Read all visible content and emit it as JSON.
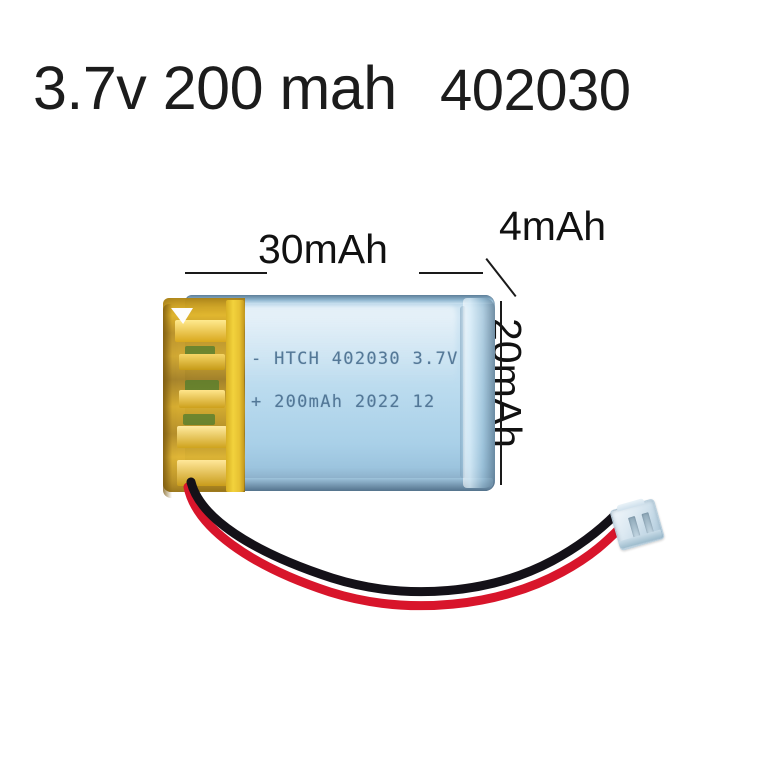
{
  "header": {
    "spec": "3.7v 200 mah",
    "model": "402030"
  },
  "annotations": {
    "width_label": "30mAh",
    "height_label": "20mAh",
    "thickness_label": "4mAh"
  },
  "battery": {
    "printed_line_1": "- HTCH 402030 3.7V",
    "printed_line_2": "+ 200mAh 2022 12",
    "brand": "HTCH",
    "model": "402030",
    "voltage": "3.7V",
    "capacity": "200mAh",
    "date_code": "2022 12"
  },
  "wires": {
    "positive_color": "#d8152b",
    "negative_color": "#141118"
  },
  "colors": {
    "background": "#ffffff",
    "text": "#1c1c1c",
    "cell_face": "#bcdcef",
    "cell_seam": "#5d7c96",
    "tape_gold": "#d6aa26",
    "tape_strip_yellow": "#f2d23c",
    "print_ink": "#4a6f90",
    "connector_housing": "#dce9f2"
  }
}
